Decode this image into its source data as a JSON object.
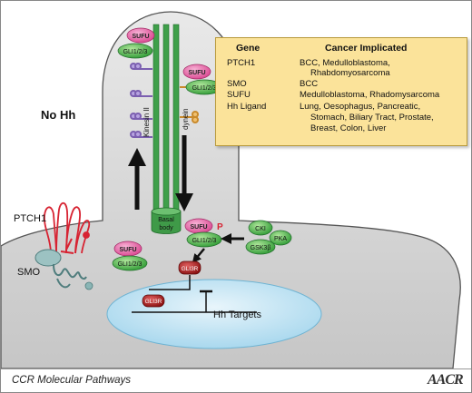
{
  "no_hh_label": "No Hh",
  "footer": {
    "text": "CCR Molecular Pathways",
    "logo": "AACR"
  },
  "colors": {
    "sufu": "#e0559c",
    "gli": "#39a53a",
    "ptch1": "#d72332",
    "smo": "#8ab5b5",
    "table_bg": "#fbe39a",
    "arrow": "#111111"
  },
  "table": {
    "header_gene": "Gene",
    "header_cancer": "Cancer Implicated",
    "rows": [
      {
        "gene": "PTCH1",
        "cancer": [
          "BCC, Medulloblastoma,",
          "Rhabdomyosarcoma"
        ]
      },
      {
        "gene": "SMO",
        "cancer": [
          "BCC"
        ]
      },
      {
        "gene": "SUFU",
        "cancer": [
          "Medulloblastoma, Rhadomysarcoma"
        ]
      },
      {
        "gene": "Hh Ligand",
        "cancer": [
          "Lung, Oesophagus, Pancreatic,",
          "Stomach, Biliary Tract, Prostate,",
          "Breast, Colon, Liver"
        ]
      }
    ]
  },
  "labels": {
    "sufu": "SUFU",
    "gli": "GLI1/2/3",
    "kinesin": "Kinesin II",
    "dynein": "dynein",
    "basal_body": [
      "Basal",
      "body"
    ],
    "ptch1": "PTCH1",
    "smo": "SMO",
    "cki": "CKI",
    "pka": "PKA",
    "gsk": "GSK3β",
    "phospho": "P",
    "gli3r": "GLI3R",
    "hh_targets": "Hh Targets"
  }
}
